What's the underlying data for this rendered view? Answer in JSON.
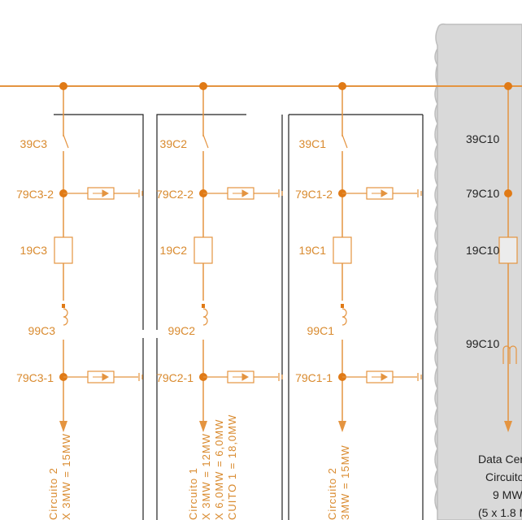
{
  "colors": {
    "line": "#e49440",
    "node": "#e07a16",
    "frame": "#222222",
    "shaded": "#d9d9d9",
    "shaded_border": "#bdbdbd"
  },
  "feeders": [
    {
      "switch": "39C3",
      "breaker_top": "79C3-2",
      "relay": "19C3",
      "ct": "99C3",
      "breaker_bottom": "79C3-1",
      "circuit_lines": [
        "Circuito 2",
        "X 3MW = 15MW"
      ]
    },
    {
      "switch": "39C2",
      "breaker_top": "79C2-2",
      "relay": "19C2",
      "ct": "99C2",
      "breaker_bottom": "79C2-1",
      "circuit_lines": [
        "Circuito 1",
        "X 3MW = 12MW",
        "X 6,0MW = 6,0MW",
        "CUITO 1 = 18,0MW"
      ]
    },
    {
      "switch": "39C1",
      "breaker_top": "79C1-2",
      "relay": "19C1",
      "ct": "99C1",
      "breaker_bottom": "79C1-1",
      "circuit_lines": [
        "Circuito 2",
        "3MW = 15MW"
      ]
    }
  ],
  "shaded_feeder": {
    "switch": "39C10",
    "breaker": "79C10",
    "relay": "19C10",
    "ct": "99C10",
    "caption": [
      "Data Cen",
      "Circuito",
      "9 MW",
      "(5 x 1.8 M"
    ]
  }
}
